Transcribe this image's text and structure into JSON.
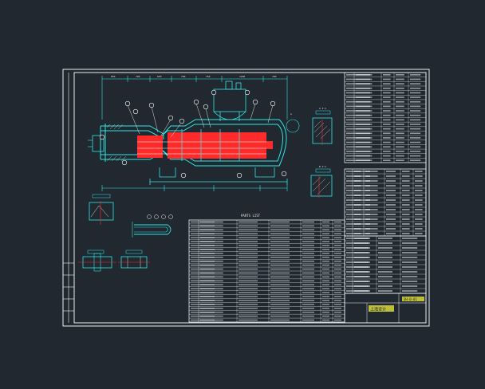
{
  "drawing": {
    "background": "#212830",
    "colors": {
      "border": "#e9f2f4",
      "outline": "#2ee6e6",
      "accent": "#ff2a2a",
      "dim": "#e0e0e0",
      "marker": "#ffffff",
      "hatch": "#d8d8d8",
      "title_fill": "#d9d93a"
    },
    "labels": {
      "parts_table_title": "PARTS LIST",
      "title_block_name": "上海设计",
      "title_block_code": "SH-0-01"
    }
  }
}
